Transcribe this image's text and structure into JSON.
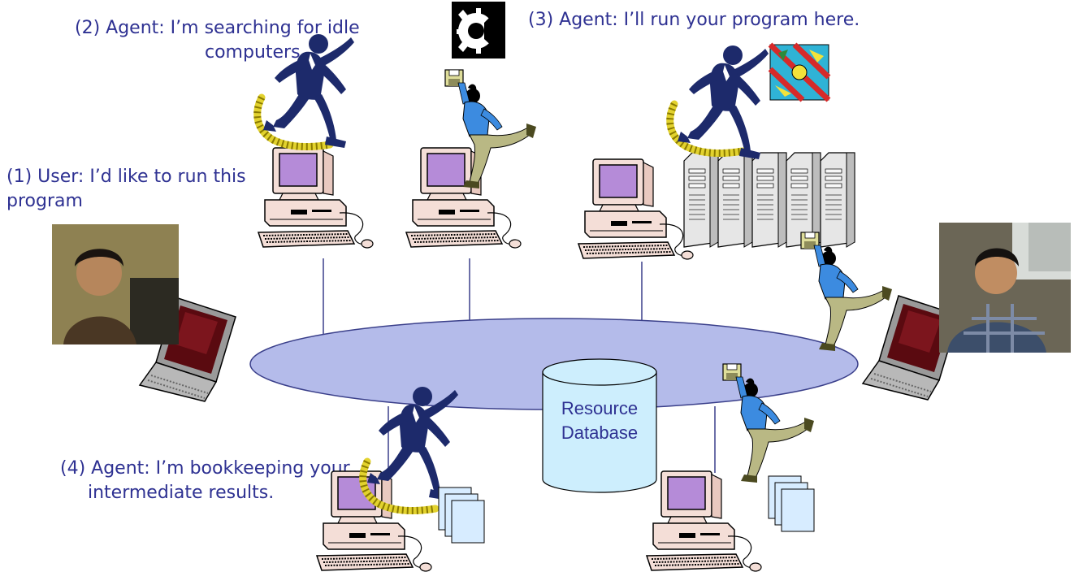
{
  "captions": {
    "user": [
      "(1) User: I’d like to run this",
      "program"
    ],
    "search": [
      "(2) Agent: I’m searching for idle",
      "computers."
    ],
    "run": [
      "(3) Agent: I’ll run your program here."
    ],
    "bookkeeping": [
      "(4) Agent: I’m bookkeeping your",
      "intermediate results."
    ]
  },
  "database": {
    "line1": "Resource",
    "line2": "Database"
  },
  "colors": {
    "text": "#2e3192",
    "network": "#b4bbea",
    "network_stroke": "#3a3f8a",
    "database": "#cdeefd",
    "agent": "#1d2a6b",
    "user_figure": "#3c8be0",
    "monitor_screen": "#b58bd8",
    "computer_body": "#f4ded7",
    "rack": "#eeeeee"
  },
  "icons": [
    "gear-icon",
    "gear-puzzle-icon",
    "floppy-disk-icon",
    "document-stack-icon",
    "laptop-icon",
    "server-rack-icon",
    "desktop-computer-icon",
    "running-agent-icon",
    "user-photo"
  ]
}
